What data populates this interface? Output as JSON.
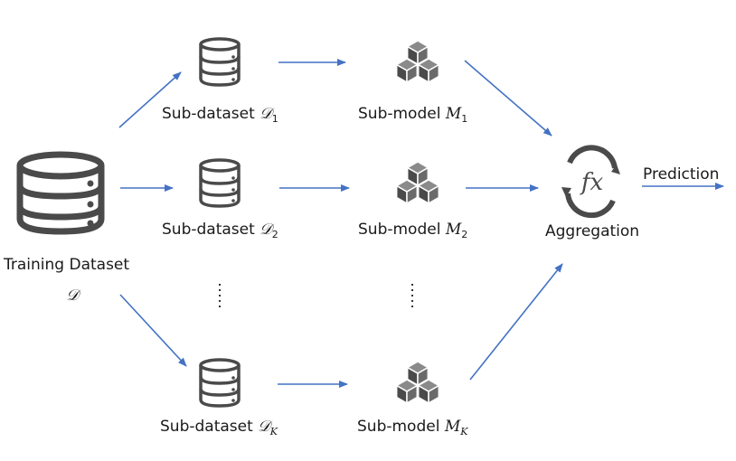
{
  "colors": {
    "icon": "#4a4a4a",
    "arrow": "#4472c4",
    "text": "#1a1a1a"
  },
  "training": {
    "label": "Training Dataset",
    "symbol": "𝒟"
  },
  "subdatasets": [
    {
      "prefix": "Sub-dataset",
      "symbol": "𝒟",
      "index": "1"
    },
    {
      "prefix": "Sub-dataset",
      "symbol": "𝒟",
      "index": "2"
    },
    {
      "prefix": "Sub-dataset",
      "symbol": "𝒟",
      "index": "K"
    }
  ],
  "submodels": [
    {
      "prefix": "Sub-model",
      "symbol": "M",
      "index": "1"
    },
    {
      "prefix": "Sub-model",
      "symbol": "M",
      "index": "2"
    },
    {
      "prefix": "Sub-model",
      "symbol": "M",
      "index": "K"
    }
  ],
  "aggregation": {
    "label": "Aggregation",
    "icon_text": "fx"
  },
  "output": {
    "label": "Prediction"
  },
  "icons": [
    "database-icon",
    "cubes-icon",
    "function-cycle-icon"
  ]
}
